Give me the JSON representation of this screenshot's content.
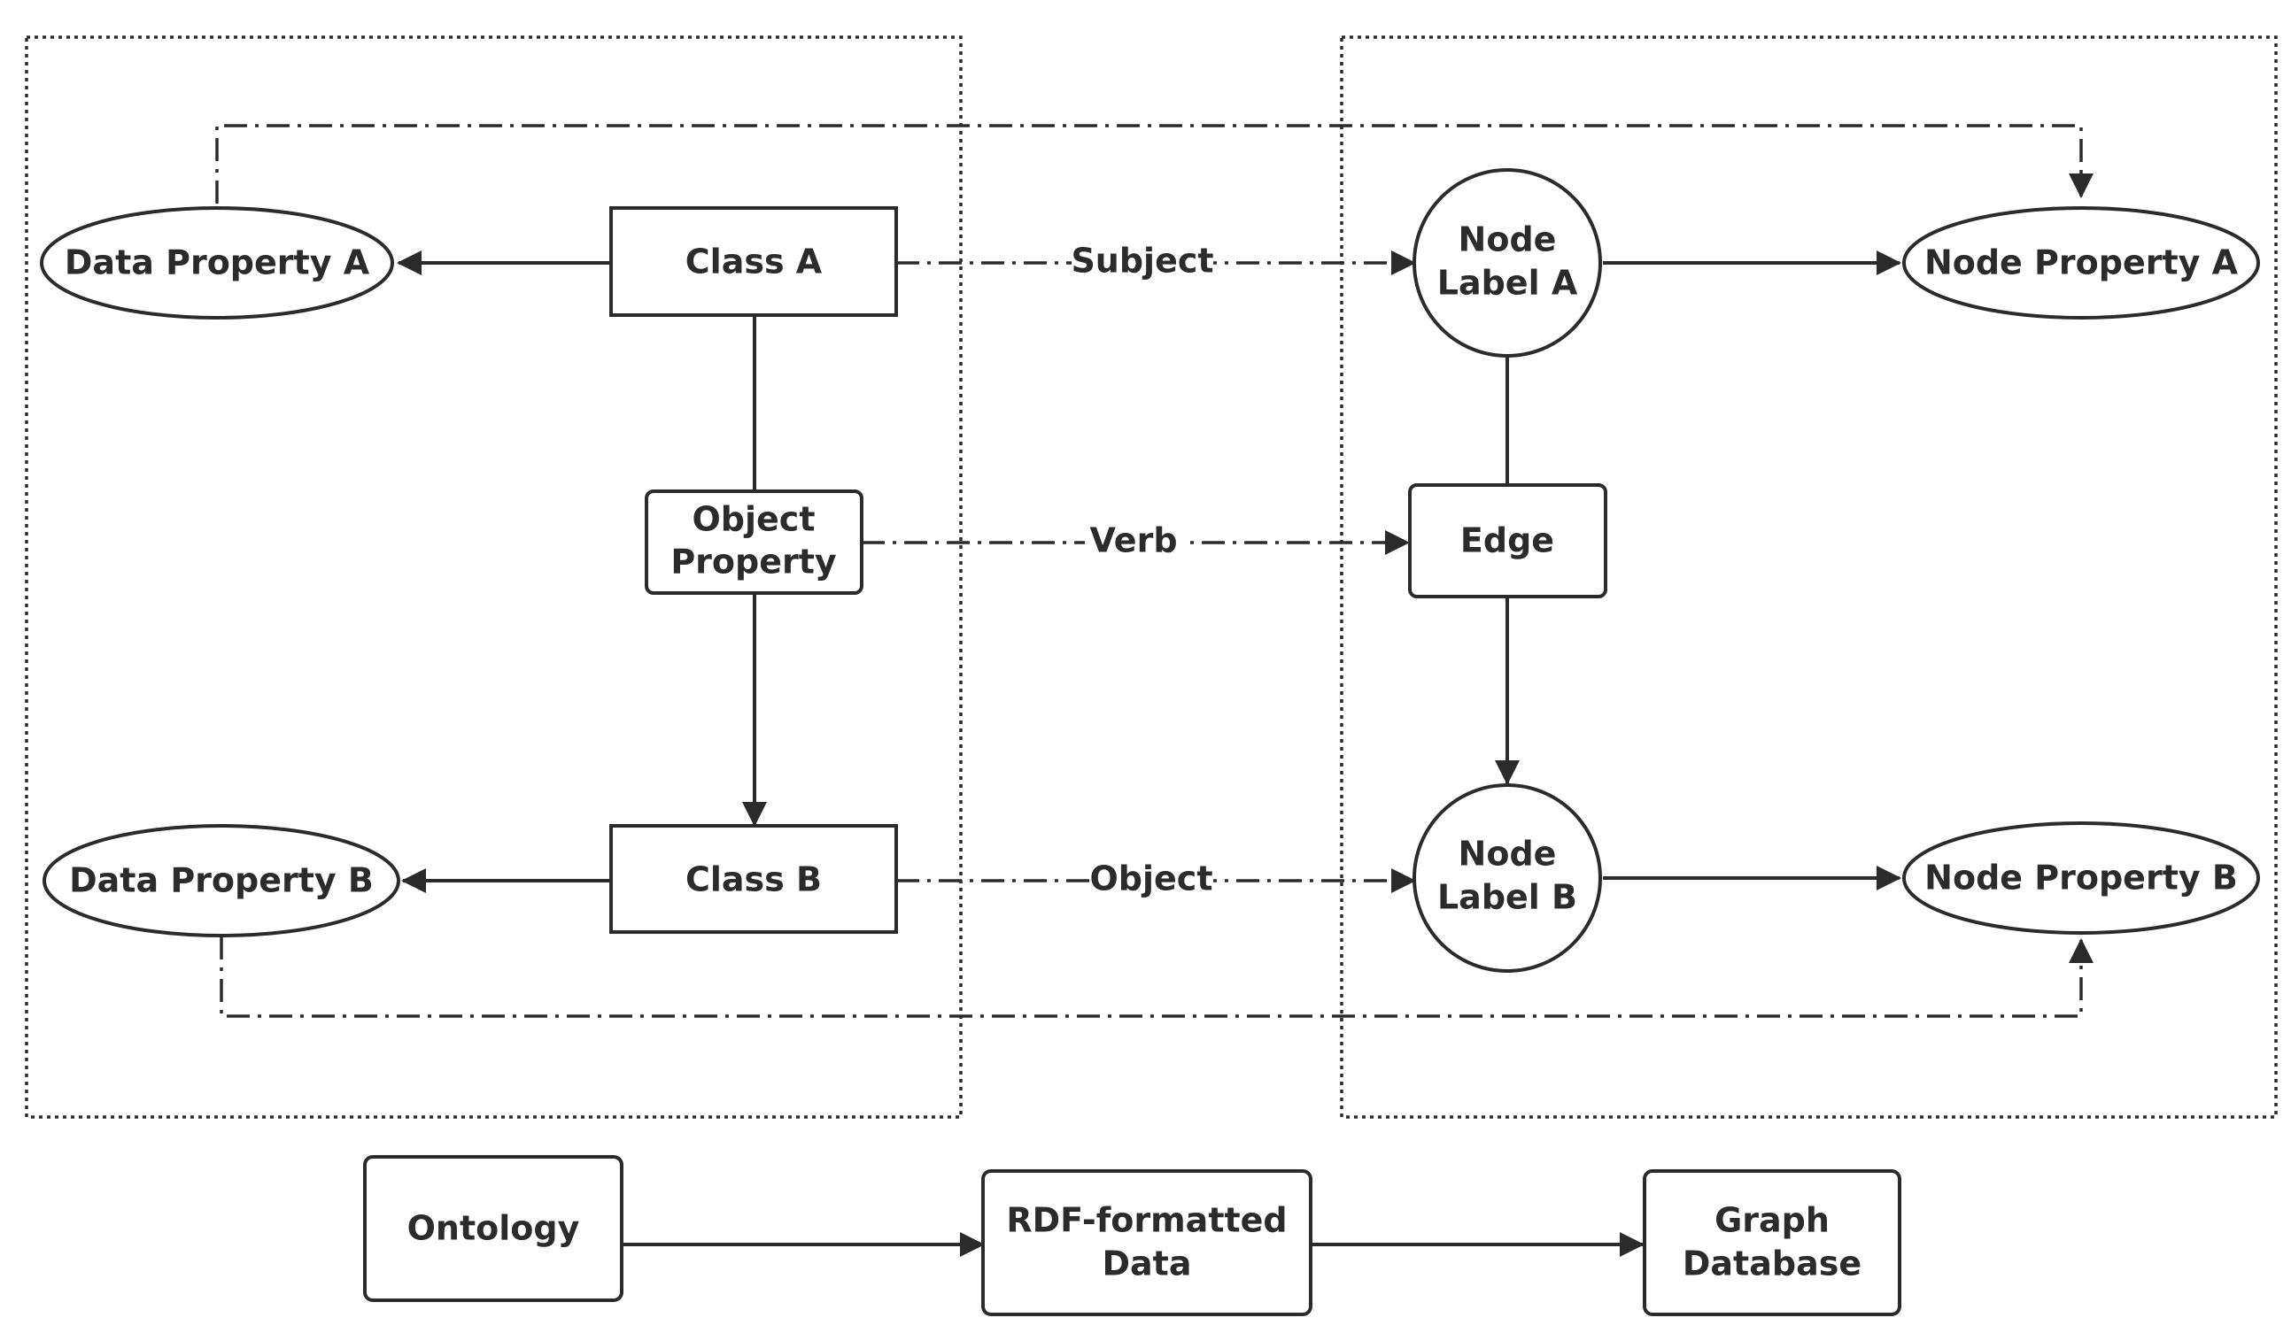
{
  "nodes": {
    "data_property_a": "Data Property A",
    "class_a": "Class A",
    "object_property_line1": "Object",
    "object_property_line2": "Property",
    "class_b": "Class B",
    "data_property_b": "Data Property B",
    "node_label_a_line1": "Node",
    "node_label_a_line2": "Label A",
    "edge": "Edge",
    "node_label_b_line1": "Node",
    "node_label_b_line2": "Label B",
    "node_property_a": "Node Property A",
    "node_property_b": "Node Property B",
    "ontology": "Ontology",
    "rdf_line1": "RDF-formatted",
    "rdf_line2": "Data",
    "graph_db_line1": "Graph",
    "graph_db_line2": "Database"
  },
  "mappings": {
    "subject": "Subject",
    "verb": "Verb",
    "object": "Object"
  },
  "colors": {
    "stroke": "#2b2b2b",
    "background": "#ffffff"
  }
}
